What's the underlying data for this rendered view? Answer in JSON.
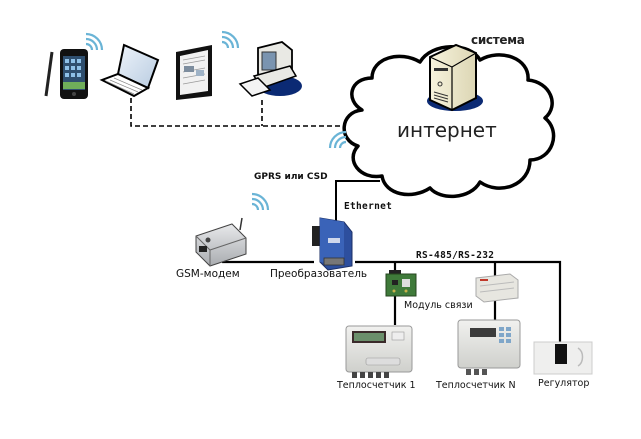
{
  "diagram": {
    "title": "Схема подключения системы учета",
    "cloud": {
      "label": "интернет"
    },
    "server": {
      "label": "система"
    },
    "links": {
      "gprs": "GPRS или CSD",
      "ethernet": "Ethernet",
      "bus": "RS-485/RS-232"
    },
    "devices": {
      "smartphone": "Смартфон",
      "laptop": "Ноутбук",
      "tablet": "Планшет",
      "desktop": "ПК",
      "gsm_modem": "GSM-модем",
      "converter": "Преобразователь",
      "comm_module": "Модуль связи",
      "heat_meter_1": "Теплосчетчик 1",
      "heat_meter_n": "Теплосчетчик N",
      "regulator": "Регулятор"
    },
    "colors": {
      "wifi": "#6ab4d6",
      "line": "#000000",
      "server_base": "#0b2a74",
      "converter_blue": "#2d4f9e",
      "pcb_green": "#3f7a3a"
    }
  }
}
